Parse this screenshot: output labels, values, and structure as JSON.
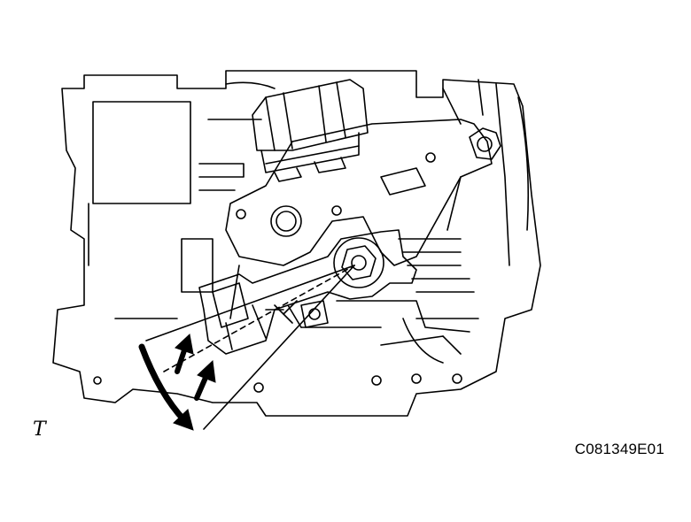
{
  "figure": {
    "corner_letter": "T",
    "code": "C081349E01",
    "colors": {
      "line": "#000000",
      "background": "#ffffff"
    },
    "parts": [
      "transmission-case",
      "park-neutral-switch",
      "electrical-connector",
      "mounting-bolt",
      "shift-lever",
      "lever-nut",
      "pivot-bolt"
    ],
    "motion": {
      "icon": "rotation-arrows",
      "description_visible": false
    }
  }
}
